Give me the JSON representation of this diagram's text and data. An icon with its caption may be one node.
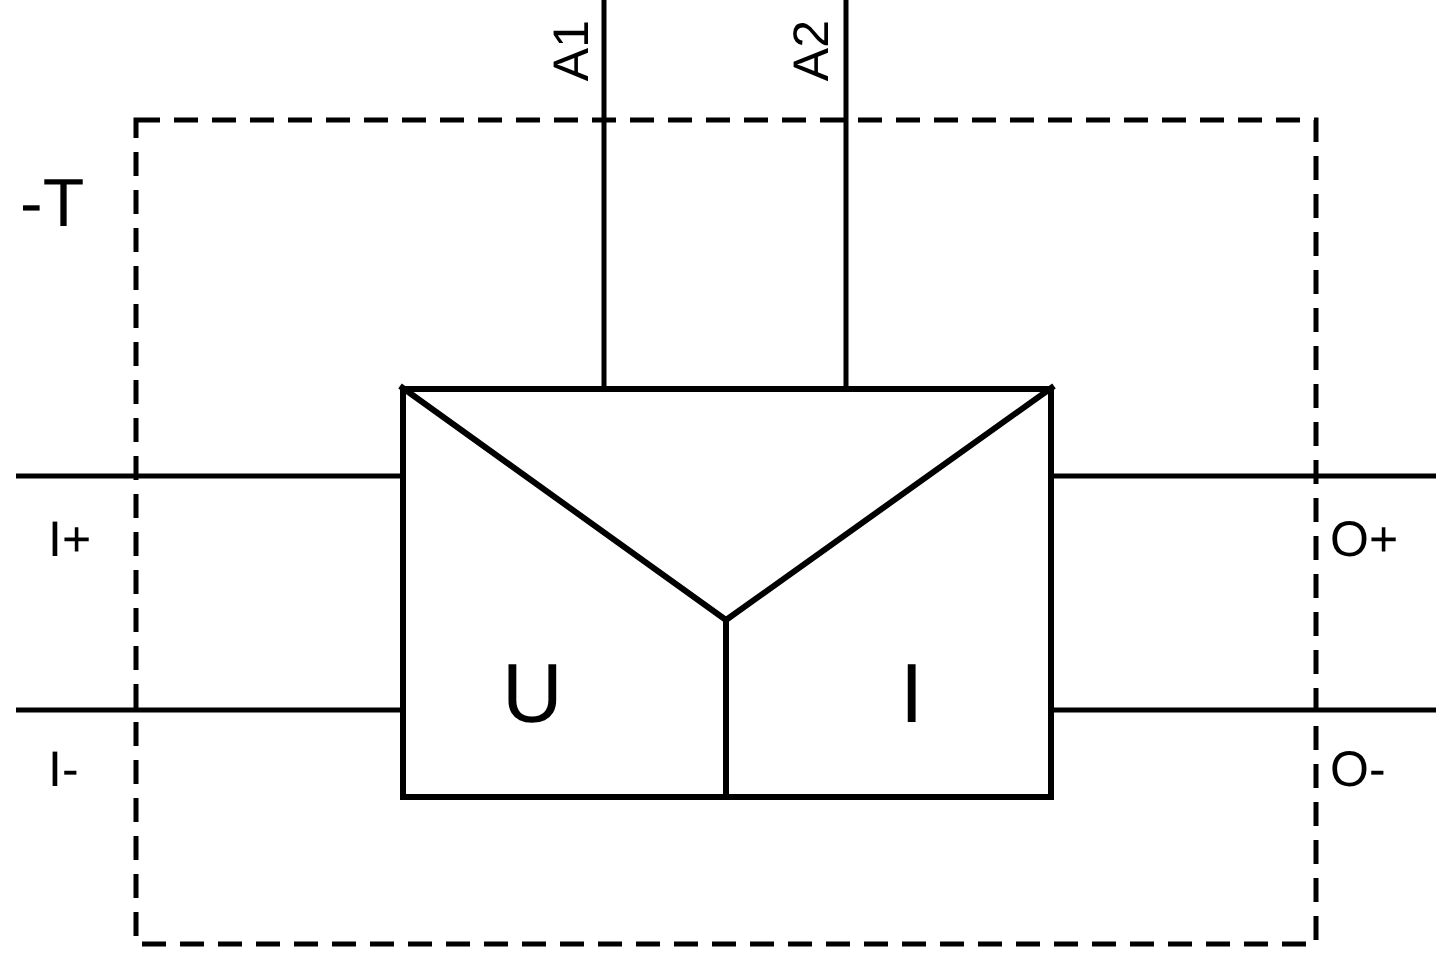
{
  "diagram": {
    "nodes": [
      {
        "text": [
          "-T"
        ]
      },
      {
        "text": [
          "U",
          "I"
        ],
        "in": 0
      }
    ],
    "edges": [
      {
        "from": null,
        "to": 1,
        "arrow": "none",
        "label": "A1"
      },
      {
        "from": null,
        "to": 1,
        "arrow": "none",
        "label": "A2"
      },
      {
        "from": null,
        "to": 1,
        "arrow": "none",
        "label": "I+"
      },
      {
        "from": null,
        "to": 1,
        "arrow": "none",
        "label": "I-"
      },
      {
        "from": 1,
        "to": null,
        "arrow": "none",
        "label": "O+"
      },
      {
        "from": 1,
        "to": null,
        "arrow": "none",
        "label": "O-"
      }
    ]
  }
}
